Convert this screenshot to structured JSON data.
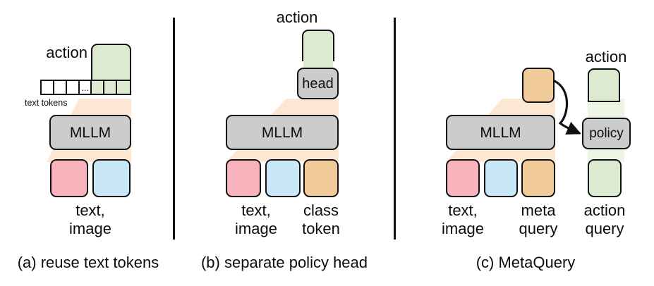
{
  "figure": {
    "title_caption_a": "(a) reuse text tokens",
    "title_caption_b": "(b) separate policy head",
    "title_caption_c": "(c) MetaQuery"
  },
  "colors": {
    "green": "#dcead0",
    "green_pale": "#edf5e4",
    "grey": "#cccccc",
    "pink": "#f9b3bc",
    "blue": "#c8e8f8",
    "orange": "#f2cb9a",
    "orange_pale": "#fbe7d2",
    "stroke": "#111111",
    "background": "#ffffff"
  },
  "panel_a": {
    "action_label": "action",
    "token_strip": {
      "caption": "text tokens",
      "cells": [
        {
          "text": "",
          "fill": "white"
        },
        {
          "text": "",
          "fill": "white"
        },
        {
          "text": "",
          "fill": "white"
        },
        {
          "text": "...",
          "fill": "white"
        },
        {
          "text": "",
          "fill": "green"
        },
        {
          "text": "",
          "fill": "green"
        },
        {
          "text": "",
          "fill": "green"
        }
      ]
    },
    "model_label": "MLLM",
    "inputs": [
      {
        "name": "text",
        "fill": "pink"
      },
      {
        "name": "image",
        "fill": "blue"
      }
    ],
    "input_caption_line1": "text,",
    "input_caption_line2": "image"
  },
  "panel_b": {
    "action_label": "action",
    "head_label": "head",
    "model_label": "MLLM",
    "inputs": [
      {
        "name": "text",
        "fill": "pink"
      },
      {
        "name": "image",
        "fill": "blue"
      },
      {
        "name": "class token",
        "fill": "orange"
      }
    ],
    "input_caption_left_line1": "text,",
    "input_caption_left_line2": "image",
    "input_caption_right_line1": "class",
    "input_caption_right_line2": "token"
  },
  "panel_c": {
    "action_label": "action",
    "model_label": "MLLM",
    "policy_label": "policy",
    "inputs": [
      {
        "name": "text",
        "fill": "pink"
      },
      {
        "name": "image",
        "fill": "blue"
      },
      {
        "name": "meta query",
        "fill": "orange"
      },
      {
        "name": "action query",
        "fill": "green"
      }
    ],
    "input_caption_left_line1": "text,",
    "input_caption_left_line2": "image",
    "input_caption_mid_line1": "meta",
    "input_caption_mid_line2": "query",
    "input_caption_right_line1": "action",
    "input_caption_right_line2": "query"
  }
}
